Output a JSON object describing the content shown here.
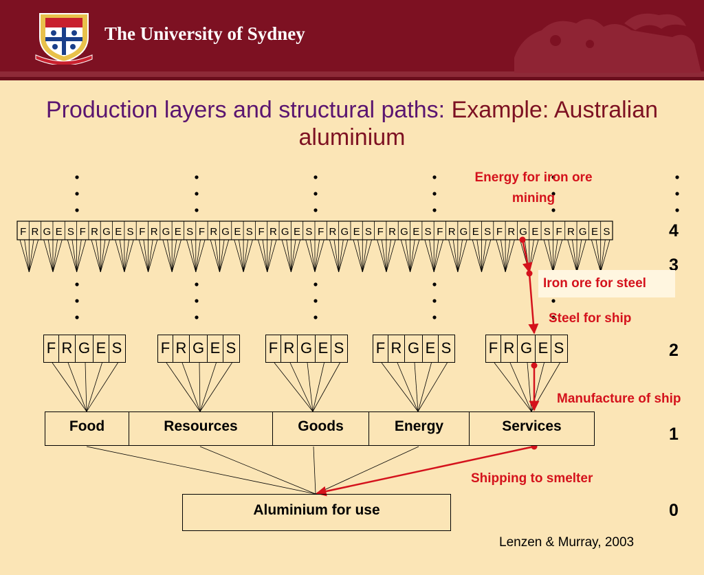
{
  "header": {
    "university": "The University of Sydney"
  },
  "title": {
    "part1": "Production layers and structural paths: ",
    "part2": "Example: Australian aluminium"
  },
  "layers": [
    "4",
    "3",
    "2",
    "1",
    "0"
  ],
  "sectors": [
    "Food",
    "Resources",
    "Goods",
    "Energy",
    "Services"
  ],
  "frges_letters": [
    "F",
    "R",
    "G",
    "E",
    "S"
  ],
  "final_product": "Aluminium for use",
  "path_labels": {
    "energy_for_iron": "Energy for iron ore mining",
    "iron_ore_for_steel": "Iron ore for steel",
    "steel_for_ship": "Steel for ship",
    "manufacture_of_ship": "Manufacture of ship",
    "shipping_to_smelter": "Shipping to smelter"
  },
  "citation": "Lenzen & Murray, 2003",
  "colors": {
    "header": "#7d1122",
    "background": "#fbe5b6",
    "path_red": "#d4121c",
    "title_purple": "#5a1570"
  }
}
